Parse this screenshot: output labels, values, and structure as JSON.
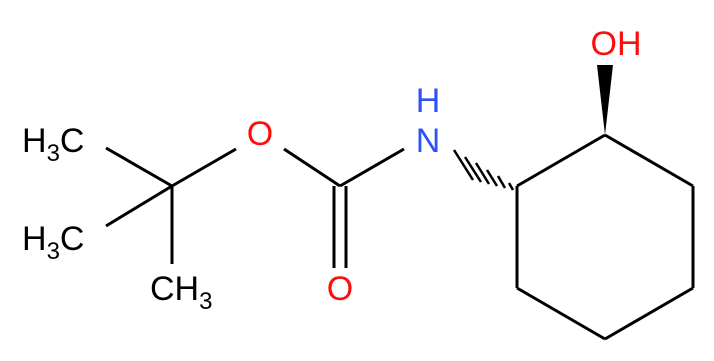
{
  "molecule": {
    "atoms": {
      "oxygen_ester": {
        "text": "O",
        "color": "#ff0d0d"
      },
      "oxygen_carbonyl": {
        "text": "O",
        "color": "#ff0d0d"
      },
      "nitrogen": {
        "text": "N",
        "color": "#3050f8"
      },
      "nitrogen_h": {
        "text": "H",
        "color": "#3050f8"
      },
      "hydroxyl": {
        "text": "OH",
        "color": "#ff0d0d"
      }
    },
    "methyl_groups": [
      {
        "h": "H",
        "sub": "3",
        "c": "C"
      },
      {
        "h": "H",
        "sub": "3",
        "c": "C"
      },
      {
        "c": "CH",
        "sub": "3"
      }
    ],
    "colors": {
      "bond": "#000000",
      "carbon_label": "#000000"
    }
  }
}
